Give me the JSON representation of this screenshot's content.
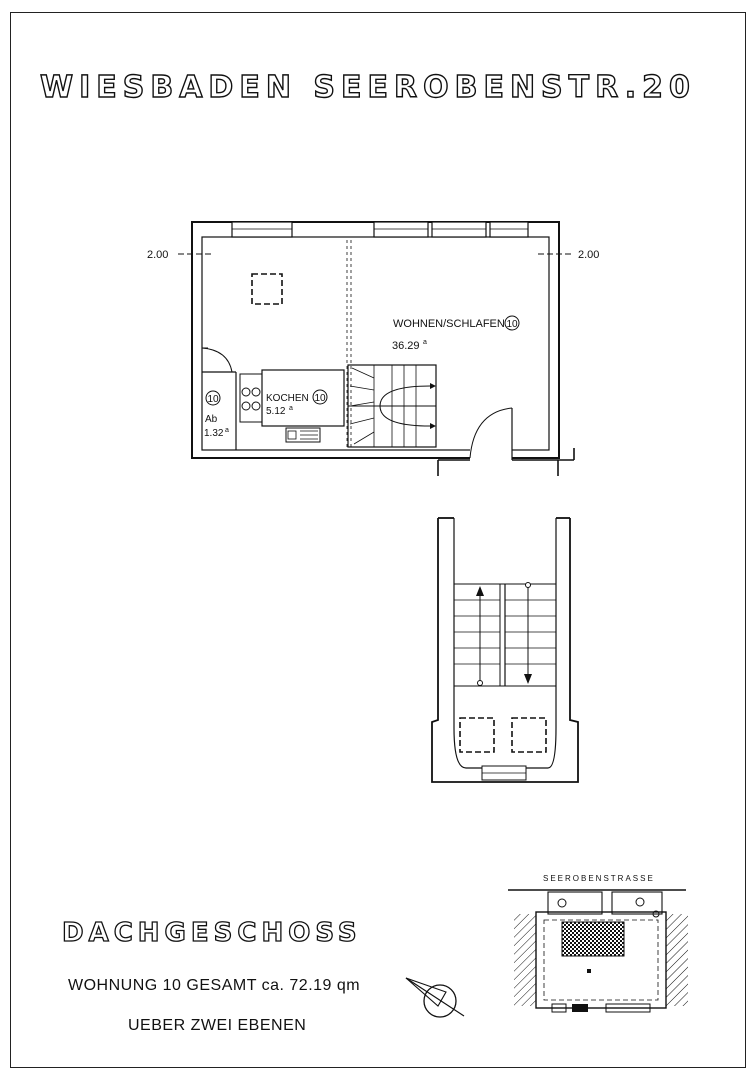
{
  "header": {
    "title": "WIESBADEN  SEEROBENSTR.20"
  },
  "plan": {
    "level_left": "2.00",
    "level_right": "2.00",
    "rooms": [
      {
        "name": "WOHNEN/SCHLAFEN",
        "number": "10",
        "area": "36.29",
        "unit": "a"
      },
      {
        "name": "KOCHEN",
        "number": "10",
        "area": "5.12",
        "unit": "a"
      },
      {
        "name": "Ab",
        "number": "10",
        "area": "1.32",
        "unit": "a"
      }
    ]
  },
  "site_plan": {
    "street": "SEEROBENSTRASSE"
  },
  "footer": {
    "floor": "DACHGESCHOSS",
    "summary": "WOHNUNG 10 GESAMT ca. 72.19 qm",
    "levels": "UEBER ZWEI EBENEN"
  },
  "north_arrow": {
    "icon": "north-arrow-icon"
  }
}
